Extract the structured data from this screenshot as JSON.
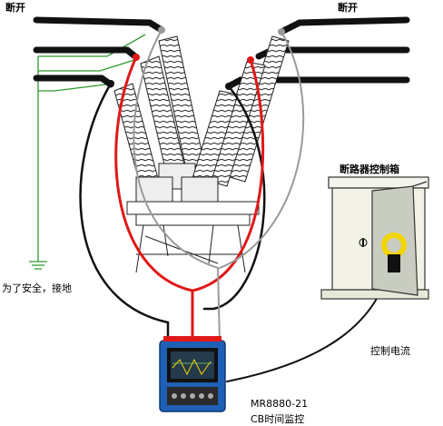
{
  "labels": {
    "disconnect_left": "断开",
    "disconnect_right": "断开",
    "grounding": "为了安全，接地",
    "breaker_box": "断路器控制箱",
    "control_current": "控制电流",
    "model": "MR8880-21",
    "function": "CB时间监控"
  },
  "colors": {
    "red_lead": "#e01818",
    "black_lead": "#111111",
    "gray_lead": "#9a9a9a",
    "ground_wire": "#2e9a2e",
    "clamp_yellow": "#f2d400",
    "device_blue": "#1f5fb5"
  }
}
